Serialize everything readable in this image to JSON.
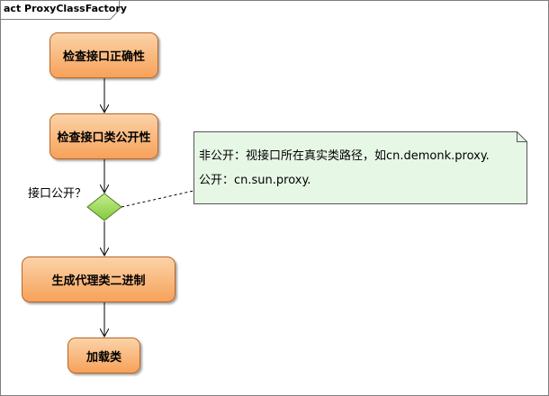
{
  "frame": {
    "title": "act ProxyClassFactory"
  },
  "nodes": {
    "check_interface_valid": "检查接口正确性",
    "check_interface_public": "检查接口类公开性",
    "generate_bytecode": "生成代理类二进制",
    "load_class": "加载类"
  },
  "decision": {
    "label": "接口公开？"
  },
  "note": {
    "line1": "非公开：视接口所在真实类路径，如cn.demonk.proxy.",
    "line2": "公开：cn.sun.proxy."
  },
  "colors": {
    "node_fill_top": "#fbd3a8",
    "node_fill_bottom": "#f7a25a",
    "node_border": "#b8662a",
    "decision_fill": "#9ed95a",
    "note_fill": "#e7f7e6",
    "frame_border": "#7f7f7f"
  }
}
